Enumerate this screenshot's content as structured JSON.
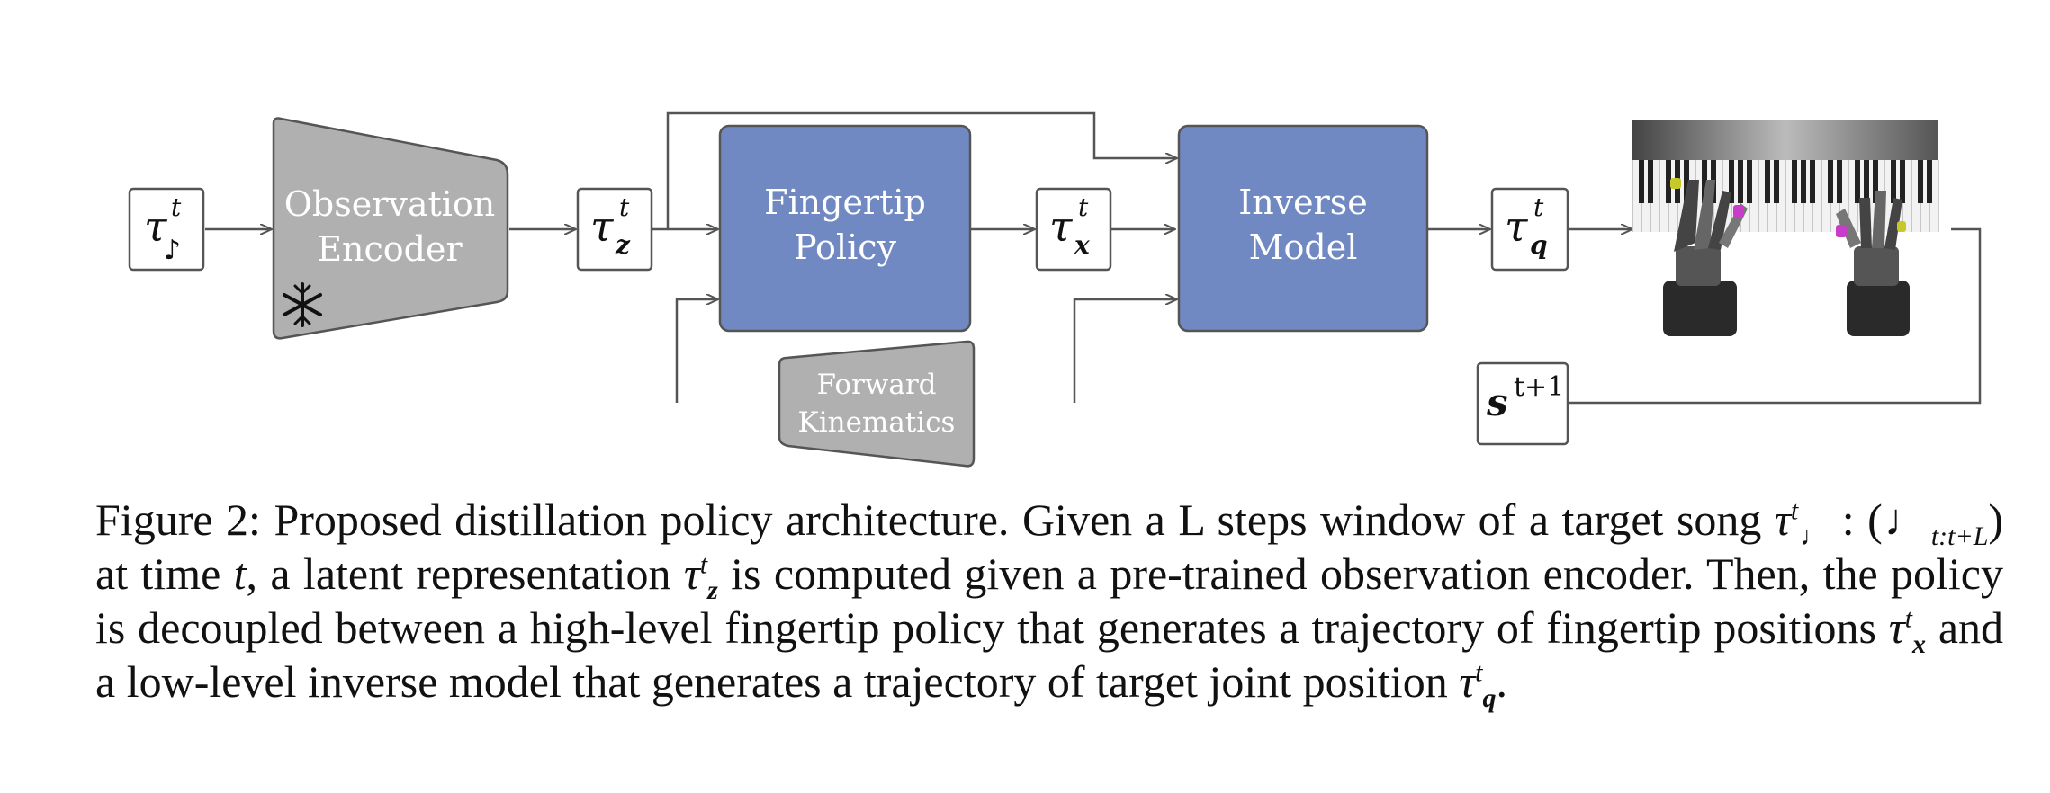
{
  "figure": {
    "blocks": {
      "observation_encoder": [
        "Observation",
        "Encoder"
      ],
      "fingertip_policy": [
        "Fingertip",
        "Policy"
      ],
      "inverse_model": [
        "Inverse",
        "Model"
      ],
      "forward_kinematics": [
        "Forward",
        "Kinematics"
      ]
    },
    "symbols": {
      "tau": "τ",
      "sup_t": "t",
      "sub_z": "z",
      "sub_x": "x",
      "sub_q": "q",
      "note": "♪",
      "state": "s",
      "state_sup": "t+1"
    },
    "icons": [
      "snowflake-icon",
      "piano-robot-hands-image"
    ],
    "colors": {
      "policy_blue": "#7189c3",
      "encoder_gray": "#b0b0b0",
      "line": "#555555"
    }
  },
  "caption": {
    "label": "Figure 2:",
    "s1": "Proposed distillation policy architecture.",
    "s2a": "Given a L steps window of a target song",
    "s2b": ":",
    "s2c": "at time",
    "s2d": ", a latent representation",
    "s2e": "is computed given a pre-trained observation encoder.",
    "s3a": "Then, the policy is decoupled between a high-level fingertip policy that generates a trajectory of fingertip positions",
    "s3b": "and a low-level inverse model that generates a trajectory of target joint position",
    "s3c": ".",
    "note_range": "t:t+L",
    "t": "t",
    "tau": "τ",
    "note": "♩",
    "z": "z",
    "x": "x",
    "q": "q"
  }
}
